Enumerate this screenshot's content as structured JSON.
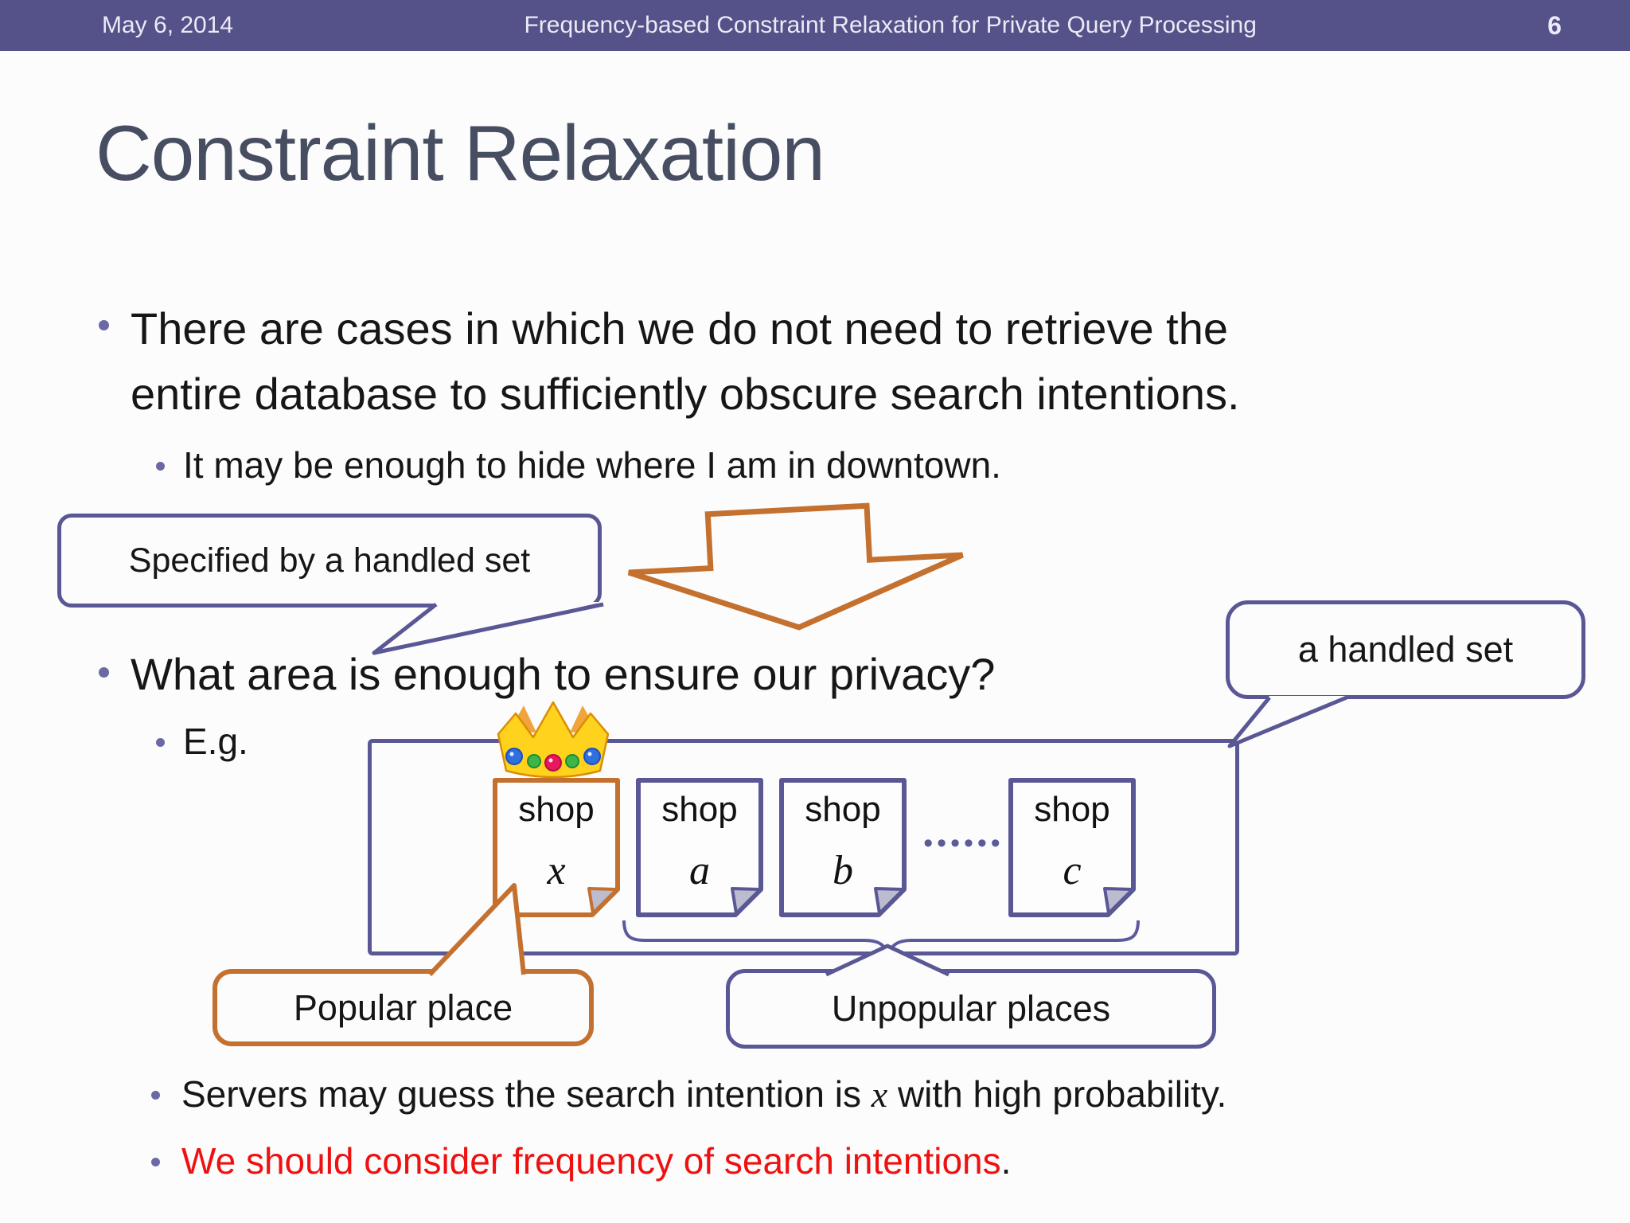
{
  "header": {
    "date": "May 6, 2014",
    "title": "Frequency-based Constraint Relaxation for Private Query Processing",
    "page_number": "6"
  },
  "slide_title": "Constraint Relaxation",
  "bullets": {
    "b1_lines": [
      "There are cases in which we do not need to retrieve the",
      "entire database to sufficiently obscure search intentions."
    ],
    "b1_sub": "It may be enough to hide where I am in downtown.",
    "b2": "What area is enough to ensure our privacy?",
    "b2_sub": "E.g.",
    "b3_pre": "Servers may guess the search intention is ",
    "b3_var": "x",
    "b3_post": " with high probability.",
    "b4_red": "We should consider frequency of search intentions",
    "b4_period": "."
  },
  "callouts": {
    "specified": "Specified by a handled set",
    "handled": "a handled set",
    "popular": "Popular place",
    "unpopular": "Unpopular places"
  },
  "diagram": {
    "shops": [
      {
        "word": "shop",
        "letter": "x",
        "highlighted": true
      },
      {
        "word": "shop",
        "letter": "a",
        "highlighted": false
      },
      {
        "word": "shop",
        "letter": "b",
        "highlighted": false
      },
      {
        "word": "shop",
        "letter": "c",
        "highlighted": false
      }
    ],
    "ellipsis": "••••••",
    "icons": {
      "crown": "crown-icon"
    }
  },
  "colors": {
    "header_bg": "#555189",
    "purple_accent": "#5a5795",
    "orange_accent": "#c4702f",
    "red_text": "#ef1010",
    "title_text": "#474e61"
  }
}
